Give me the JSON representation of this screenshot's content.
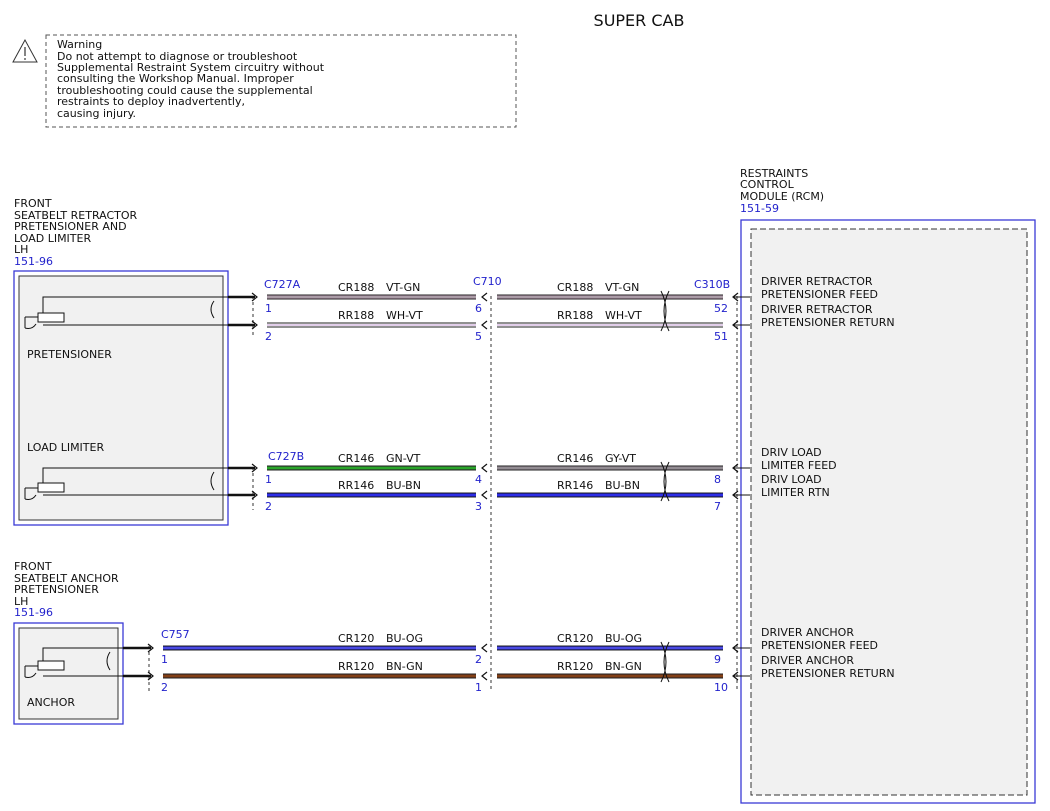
{
  "title": "SUPER CAB",
  "warning": {
    "lines": [
      "Warning",
      "Do not attempt to diagnose or troubleshoot",
      "Supplemental Restraint System circuitry without",
      "consulting the Workshop Manual. Improper",
      "troubleshooting could cause the supplemental",
      "restraints to deploy inadvertently,",
      "causing injury."
    ]
  },
  "retractor_component": {
    "lines": [
      "FRONT",
      "SEATBELT RETRACTOR",
      "PRETENSIONER AND",
      "LOAD LIMITER",
      "LH"
    ],
    "ref": "151-96",
    "sub_pretensioner": "PRETENSIONER",
    "sub_load_limiter": "LOAD LIMITER"
  },
  "anchor_component": {
    "lines": [
      "FRONT",
      "SEATBELT ANCHOR",
      "PRETENSIONER",
      "LH"
    ],
    "ref": "151-96",
    "sub_anchor": "ANCHOR"
  },
  "rcm": {
    "lines": [
      "RESTRAINTS",
      "CONTROL",
      "MODULE (RCM)"
    ],
    "ref": "151-59"
  },
  "connectors": {
    "c727a": "C727A",
    "c727b": "C727B",
    "c757": "C757",
    "c710": "C710",
    "c310b": "C310B"
  },
  "circuits": [
    {
      "left_pin": "1",
      "left_circuit": "CR188",
      "left_color": "VT-GN",
      "mid_pin": "6",
      "right_circuit": "CR188",
      "right_color": "VT-GN",
      "rcm_pin": "52",
      "signal": [
        "DRIVER RETRACTOR",
        "PRETENSIONER FEED"
      ],
      "left_wire": [
        "#b89ab0",
        "#9e9e9e"
      ],
      "right_wire": [
        "#b89ab0",
        "#9e9e9e"
      ]
    },
    {
      "left_pin": "2",
      "left_circuit": "RR188",
      "left_color": "WH-VT",
      "mid_pin": "5",
      "right_circuit": "RR188",
      "right_color": "WH-VT",
      "rcm_pin": "51",
      "signal": [
        "DRIVER RETRACTOR",
        "PRETENSIONER RETURN"
      ],
      "left_wire": [
        "#ffffff",
        "#c39bd3"
      ],
      "right_wire": [
        "#ffffff",
        "#c39bd3"
      ]
    },
    {
      "left_pin": "1",
      "left_circuit": "CR146",
      "left_color": "GN-VT",
      "mid_pin": "4",
      "right_circuit": "CR146",
      "right_color": "GY-VT",
      "rcm_pin": "8",
      "signal": [
        "DRIV LOAD",
        "LIMITER FEED"
      ],
      "left_wire": [
        "#2d8a2d",
        "#27c027"
      ],
      "right_wire": [
        "#9a8f9a",
        "#8a8a8a"
      ]
    },
    {
      "left_pin": "2",
      "left_circuit": "RR146",
      "left_color": "BU-BN",
      "mid_pin": "3",
      "right_circuit": "RR146",
      "right_color": "BU-BN",
      "rcm_pin": "7",
      "signal": [
        "DRIV LOAD",
        "LIMITER RTN"
      ],
      "left_wire": [
        "#1f1fd0",
        "#3d3dff"
      ],
      "right_wire": [
        "#1f1fd0",
        "#3d3dff"
      ]
    },
    {
      "left_pin": "1",
      "left_circuit": "CR120",
      "left_color": "BU-OG",
      "mid_pin": "2",
      "right_circuit": "CR120",
      "right_color": "BU-OG",
      "rcm_pin": "9",
      "signal": [
        "DRIVER ANCHOR",
        "PRETENSIONER FEED"
      ],
      "left_wire": [
        "#2a2ac8",
        "#6a6aff"
      ],
      "right_wire": [
        "#2a2ac8",
        "#6a6aff"
      ]
    },
    {
      "left_pin": "2",
      "left_circuit": "RR120",
      "left_color": "BN-GN",
      "mid_pin": "1",
      "right_circuit": "RR120",
      "right_color": "BN-GN",
      "rcm_pin": "10",
      "signal": [
        "DRIVER ANCHOR",
        "PRETENSIONER RETURN"
      ],
      "left_wire": [
        "#7a3a1a",
        "#8b4513"
      ],
      "right_wire": [
        "#7a3a1a",
        "#8b4513"
      ]
    }
  ]
}
